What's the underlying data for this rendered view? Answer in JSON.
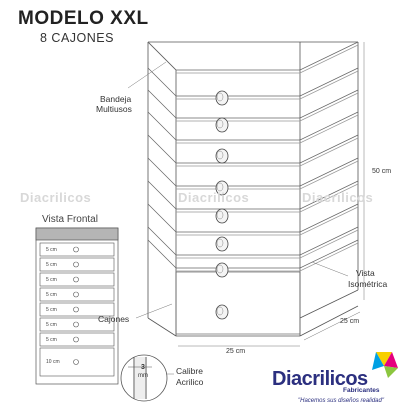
{
  "header": {
    "title": "MODELO XXL",
    "subtitle": "8 CAJONES"
  },
  "labels": {
    "tray_line1": "Bandeja",
    "tray_line2": "Multiusos",
    "height": "50 cm",
    "width": "25 cm",
    "depth": "25 cm",
    "view_line1": "Vista",
    "view_line2": "Isométrica",
    "drawers": "Cajones",
    "gauge_line1": "Calibre",
    "gauge_line2": "Acrilico",
    "gauge_value_line1": "3",
    "gauge_value_line2": "mm"
  },
  "front_view": {
    "title": "Vista Frontal",
    "drawers": [
      "5 cm",
      "5 cm",
      "5 cm",
      "5 cm",
      "5 cm",
      "5 cm",
      "5 cm",
      "10 cm"
    ]
  },
  "watermarks": [
    "Diacrilicos",
    "Diacrilicos",
    "Diacrilicos"
  ],
  "brand": {
    "name": "Diacrilicos",
    "tagline": "Fabricantes",
    "slogan": "\"Hacemos sus diseños realidad\""
  },
  "colors": {
    "line": "#555555",
    "brand_blue": "#2b2f7f",
    "logo_yellow": "#f7d000",
    "logo_magenta": "#e5007e",
    "logo_cyan": "#00a0e3",
    "logo_green": "#8cc63f"
  }
}
